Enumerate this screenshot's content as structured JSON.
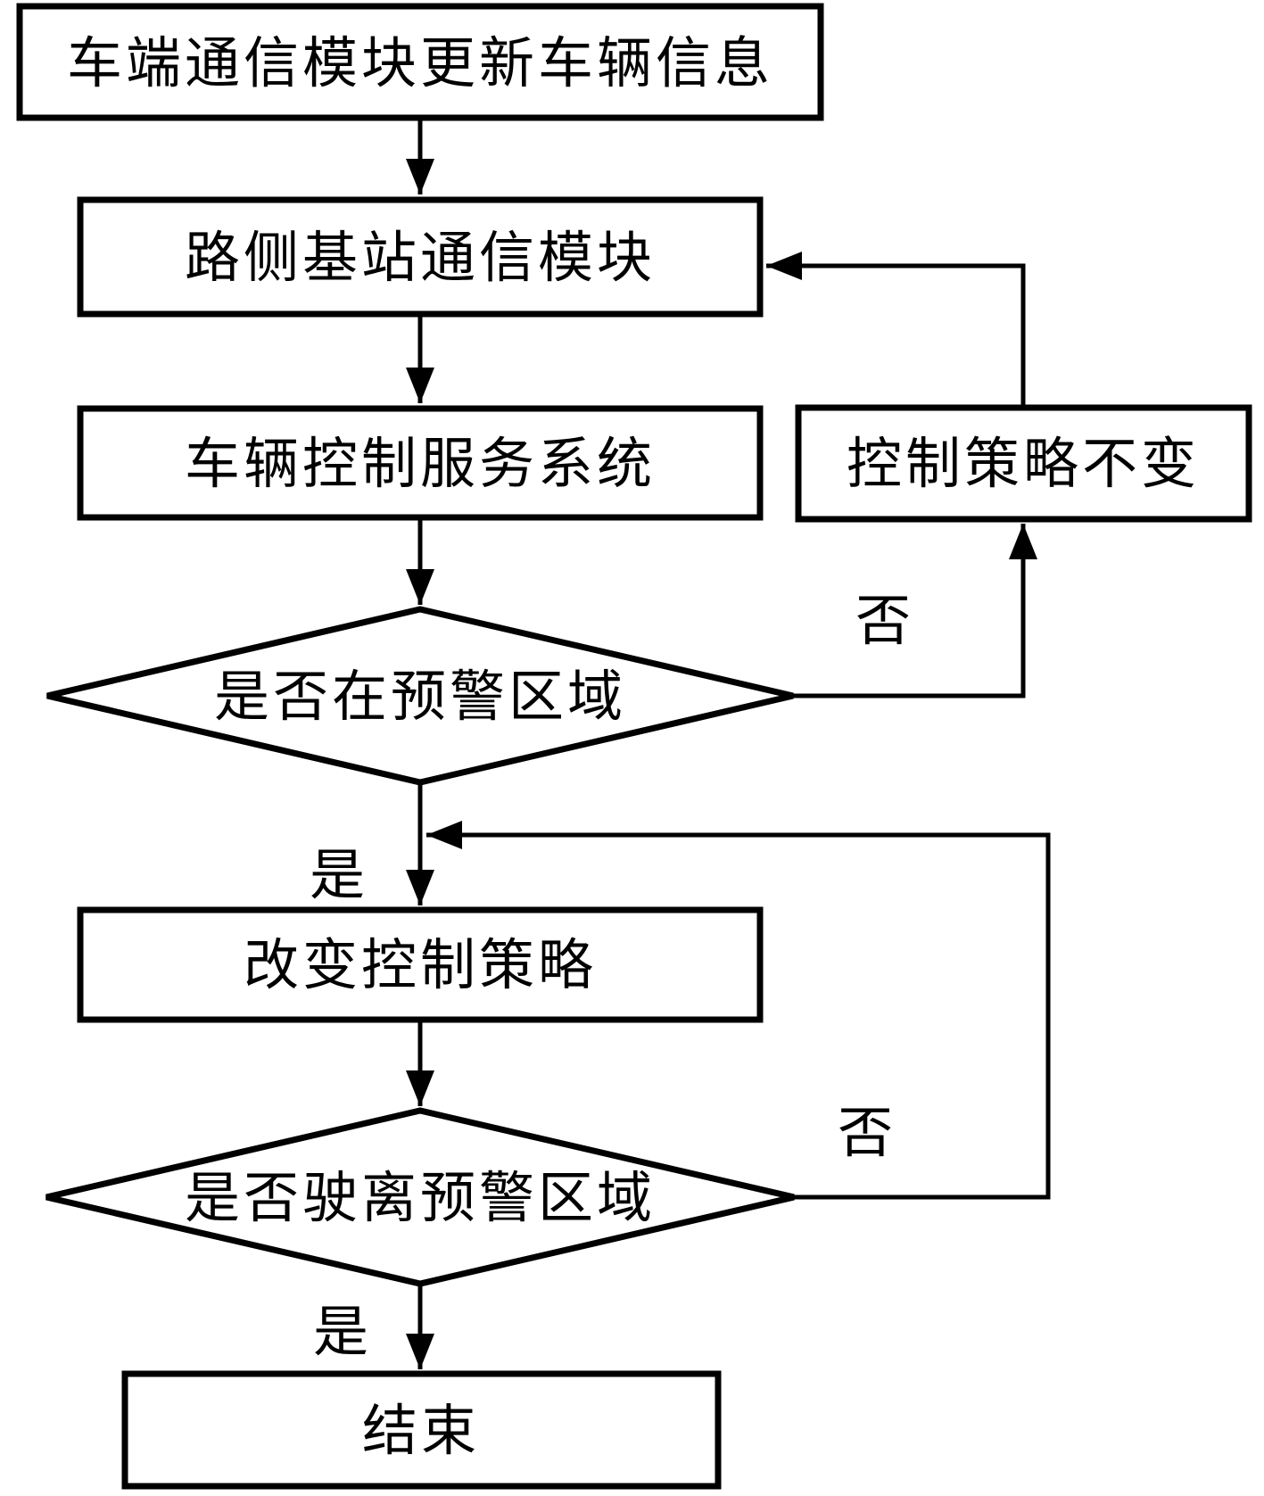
{
  "diagram": {
    "type": "flowchart",
    "background_color": "#ffffff",
    "stroke_color": "#000000",
    "nodes": {
      "n1": {
        "label": "车端通信模块更新车辆信息",
        "shape": "rectangle"
      },
      "n2": {
        "label": "路侧基站通信模块",
        "shape": "rectangle"
      },
      "n3": {
        "label": "车辆控制服务系统",
        "shape": "rectangle"
      },
      "nR": {
        "label": "控制策略不变",
        "shape": "rectangle"
      },
      "d1": {
        "label": "是否在预警区域",
        "shape": "diamond"
      },
      "n4": {
        "label": "改变控制策略",
        "shape": "rectangle"
      },
      "d2": {
        "label": "是否驶离预警区域",
        "shape": "diamond"
      },
      "n5": {
        "label": "结束",
        "shape": "rectangle"
      }
    },
    "edges": [
      {
        "from": "n1",
        "to": "n2",
        "label": ""
      },
      {
        "from": "n2",
        "to": "n3",
        "label": ""
      },
      {
        "from": "n3",
        "to": "d1",
        "label": ""
      },
      {
        "from": "d1",
        "to": "n4",
        "label": "是"
      },
      {
        "from": "d1",
        "to": "nR",
        "label": "否"
      },
      {
        "from": "nR",
        "to": "n2",
        "label": ""
      },
      {
        "from": "n4",
        "to": "d2",
        "label": ""
      },
      {
        "from": "d2",
        "to": "n5",
        "label": "是"
      },
      {
        "from": "d2",
        "to": "n4",
        "label": "否"
      }
    ]
  }
}
